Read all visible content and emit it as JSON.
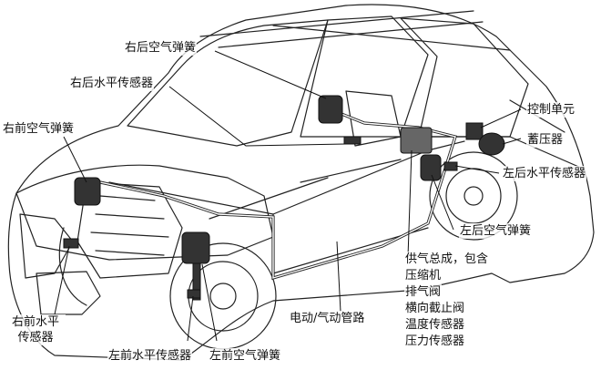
{
  "labels": {
    "rear_right_spring": "右后空气弹簧",
    "rear_right_level_sensor": "右后水平传感器",
    "front_right_spring": "右前空气弹簧",
    "control_unit": "控制单元",
    "accumulator": "蓄压器",
    "rear_left_level_sensor": "左后水平传感器",
    "rear_left_spring": "左后空气弹簧",
    "air_supply_assembly": "供气总成，包含",
    "compressor": "压缩机",
    "exhaust_valve": "排气阀",
    "cross_shutoff_valve": "横向截止阀",
    "temperature_sensor": "温度传感器",
    "pressure_sensor": "压力传感器",
    "pipelines": "电动/气动管路",
    "front_right_level_sensor_line1": "右前水平",
    "front_right_level_sensor_line2": "传感器",
    "front_left_level_sensor": "左前水平传感器",
    "front_left_spring": "左前空气弹簧"
  },
  "colors": {
    "line_art": "#222222",
    "component_fill": "#333333",
    "background": "#ffffff"
  }
}
